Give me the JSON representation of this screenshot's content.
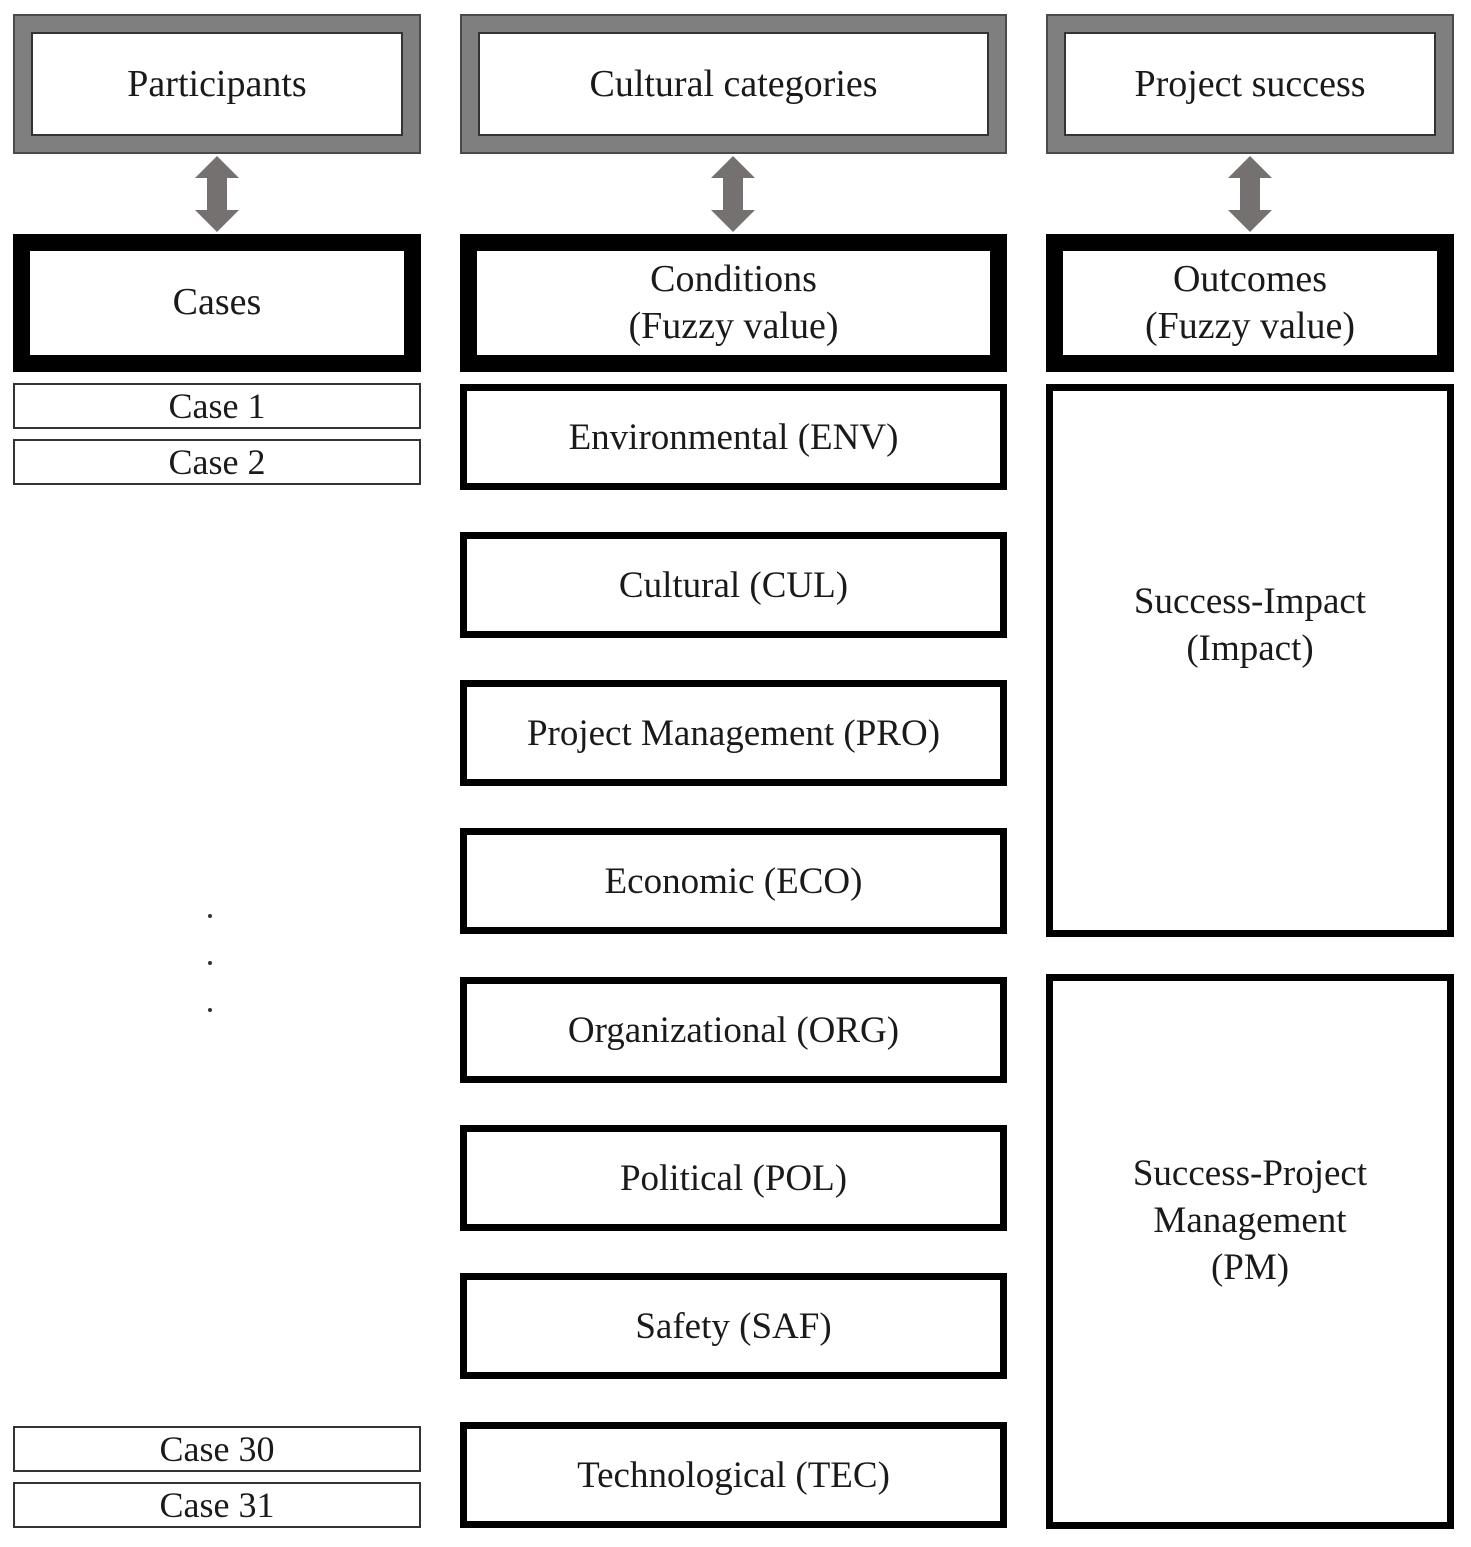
{
  "columns": {
    "participants": {
      "header": "Participants",
      "sub": [
        "Cases"
      ],
      "cases_top": [
        "Case 1",
        "Case 2"
      ],
      "cases_bottom": [
        "Case 30",
        "Case 31"
      ]
    },
    "cultural": {
      "header": "Cultural categories",
      "sub": [
        "Conditions",
        "(Fuzzy value)"
      ],
      "conditions": [
        "Environmental (ENV)",
        "Cultural (CUL)",
        "Project Management (PRO)",
        "Economic (ECO)",
        "Organizational (ORG)",
        "Political (POL)",
        "Safety (SAF)",
        "Technological (TEC)"
      ]
    },
    "success": {
      "header": "Project success",
      "sub": [
        "Outcomes",
        "(Fuzzy value)"
      ],
      "outcomes": [
        [
          "Success-Impact",
          "(Impact)"
        ],
        [
          "Success-Project",
          "Management",
          "(PM)"
        ]
      ]
    }
  },
  "colors": {
    "arrow": "#767171",
    "header_frame": "#7f7f7f",
    "sub_frame": "#000000"
  }
}
